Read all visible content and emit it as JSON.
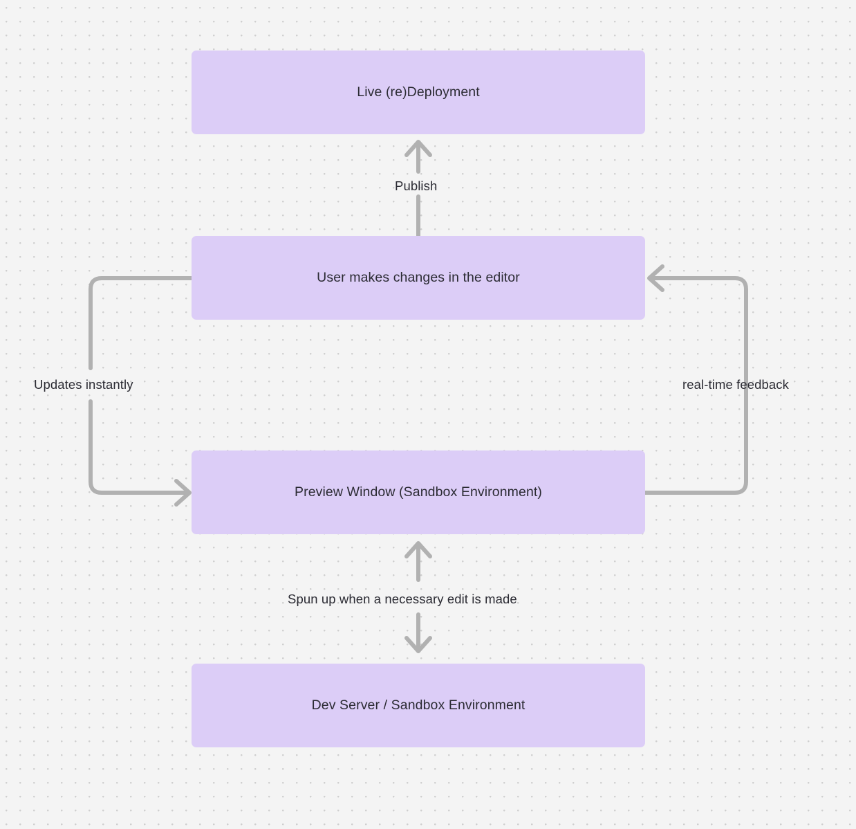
{
  "diagram": {
    "type": "flowchart",
    "background_color": "#f4f4f4",
    "grid_dot_color": "#cfcfcf",
    "node_fill_color": "#dccdf7",
    "edge_stroke_color": "#b1b1b1",
    "text_color": "#2b2b33",
    "nodes": [
      {
        "id": "live",
        "label": "Live (re)Deployment"
      },
      {
        "id": "editor",
        "label": "User makes changes in the editor"
      },
      {
        "id": "preview",
        "label": "Preview Window (Sandbox Environment)"
      },
      {
        "id": "devserver",
        "label": "Dev Server / Sandbox Environment"
      }
    ],
    "edges": [
      {
        "id": "publish",
        "label": "Publish",
        "from": "editor",
        "to": "live",
        "direction": "one-way"
      },
      {
        "id": "updates",
        "label": "Updates instantly",
        "from": "editor",
        "to": "preview",
        "direction": "one-way"
      },
      {
        "id": "realtime",
        "label": "real-time feedback",
        "from": "preview",
        "to": "editor",
        "direction": "one-way"
      },
      {
        "id": "spun",
        "label": "Spun up when a necessary edit is made",
        "from": "preview",
        "to": "devserver",
        "direction": "two-way"
      }
    ]
  }
}
